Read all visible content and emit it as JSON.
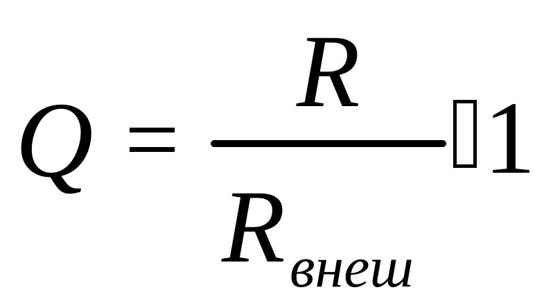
{
  "formula": {
    "lhs": "Q",
    "equals": "=",
    "numerator": "R",
    "denominator": "R",
    "denominator_subscript": "внеш",
    "constant": "1"
  }
}
